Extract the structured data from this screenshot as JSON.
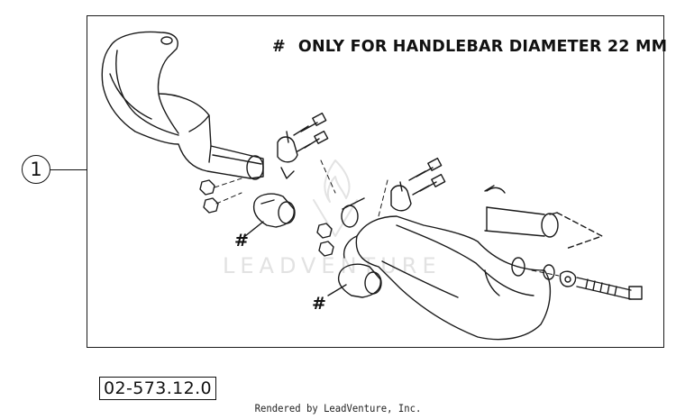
{
  "diagram": {
    "note_symbol": "#",
    "note_text": "ONLY FOR HANDLEBAR DIAMETER 22 MM",
    "callout_number": "1",
    "part_markers": [
      "#",
      "#"
    ],
    "part_number": "02-573.12.0",
    "watermark_text": "LEADVENTURE",
    "credit": "Rendered by LeadVenture, Inc."
  }
}
